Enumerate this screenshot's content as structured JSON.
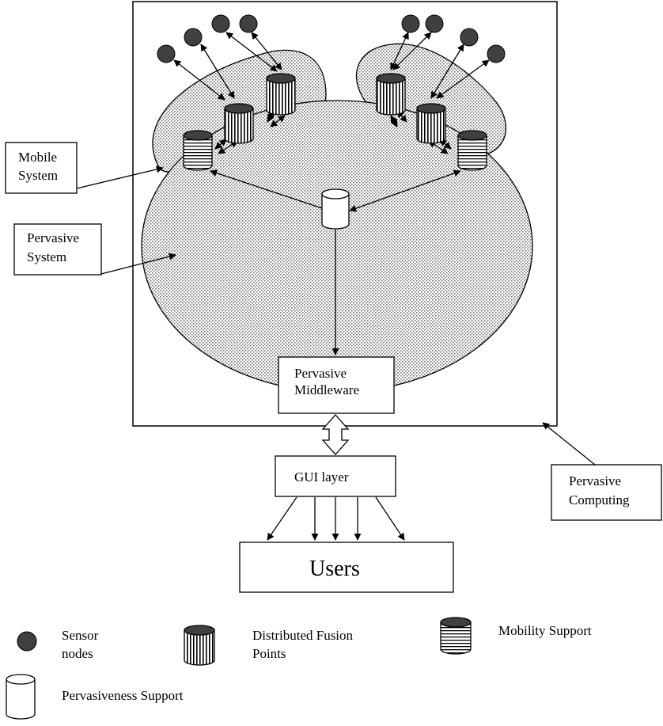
{
  "labels": {
    "mobile_system": [
      "Mobile",
      "System"
    ],
    "pervasive_system": [
      "Pervasive",
      "System"
    ],
    "pervasive_middleware": [
      "Pervasive",
      "Middleware"
    ],
    "gui_layer": "GUI layer",
    "users": "Users",
    "pervasive_computing": [
      "Pervasive",
      "Computing"
    ]
  },
  "legend": {
    "sensor_nodes": [
      "Sensor",
      "nodes"
    ],
    "distributed_fusion_points": [
      "Distributed Fusion",
      "Points"
    ],
    "mobility_support": "Mobility Support",
    "pervasiveness_support": "Pervasiveness Support"
  },
  "icons": {
    "sensor_node": "sensor-node-icon",
    "fusion_point": "fusion-point-icon",
    "mobility_support": "mobility-support-icon",
    "pervasiveness_support": "pervasiveness-support-icon"
  },
  "colors": {
    "line": "#000000",
    "sensor_fill": "#404040",
    "dot_pattern": "#777777"
  }
}
